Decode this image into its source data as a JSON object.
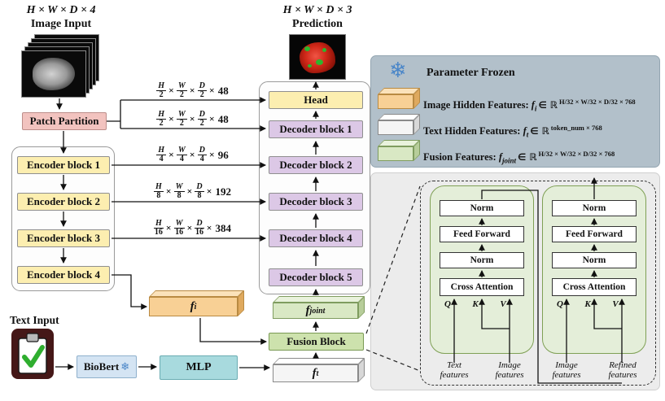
{
  "colors": {
    "patch_partition": "#f2c3bf",
    "encoder_block": "#fceeb0",
    "decoder_block": "#dcc8e6",
    "head_block": "#fceeb0",
    "fusion_block": "#cde2ad",
    "image_feature": "#f8d095",
    "text_feature": "#f5f5f5",
    "fusion_feature": "#d9e8c4",
    "biobert_block": "#d4e4f3",
    "mlp_block": "#a8dade",
    "legend_panel": "#b2c0ca",
    "detail_panel": "#ececec",
    "module_fill": "#e4eed9",
    "snowflake_blue": "#4a86c8",
    "checkmark_green": "#2fae2f"
  },
  "image_branch": {
    "dims": "H × W × D × 4",
    "title": "Image Input",
    "patch_partition": "Patch Partition",
    "encoders": [
      "Encoder block 1",
      "Encoder block 2",
      "Encoder block 3",
      "Encoder block 4"
    ]
  },
  "prediction_branch": {
    "dims": "H × W × D × 3",
    "title": "Prediction",
    "head": "Head",
    "decoders": [
      "Decoder block 1",
      "Decoder block 2",
      "Decoder block 3",
      "Decoder block 4",
      "Decoder block 5"
    ]
  },
  "skip_labels": [
    "H/2 × W/2 × D/2 × 48",
    "H/2 × W/2 × D/2 × 48",
    "H/4 × W/4 × D/4 × 96",
    "H/8 × W/8 × D/8 × 192",
    "H/16 × W/16 × D/16 × 384"
  ],
  "features": {
    "fi": {
      "base": "f",
      "sub": "i"
    },
    "fjoint": {
      "base": "f",
      "sub": "joint"
    },
    "ft": {
      "base": "f",
      "sub": "t"
    }
  },
  "fusion_block_label": "Fusion Block",
  "text_branch": {
    "title": "Text Input",
    "biobert": "BioBert",
    "mlp": "MLP"
  },
  "legend": {
    "snowflake": "❄",
    "frozen_label": "Parameter Frozen",
    "items": [
      {
        "label": "Image Hidden Features:",
        "var": "f",
        "sub": "i",
        "rel": "∈ ℝ",
        "exp": "H/32 × W/32 × D/32 × 768"
      },
      {
        "label": "Text Hidden Features:",
        "var": "f",
        "sub": "t",
        "rel": "∈ ℝ",
        "exp": "token_num × 768"
      },
      {
        "label": "Fusion Features:",
        "var": "f",
        "sub": "joint",
        "rel": "∈ ℝ",
        "exp": "H/32 × W/32 × D/32 × 768"
      }
    ]
  },
  "detail": {
    "modules": [
      {
        "norm1": "Norm",
        "ff": "Feed Forward",
        "norm2": "Norm",
        "attn": "Cross Attention",
        "q": "Q",
        "k": "K",
        "v": "V",
        "input_left": "Text features",
        "input_right": "Image features"
      },
      {
        "norm1": "Norm",
        "ff": "Feed Forward",
        "norm2": "Norm",
        "attn": "Cross Attention",
        "q": "Q",
        "k": "K",
        "v": "V",
        "input_left": "Image features",
        "input_right": "Refined features"
      }
    ]
  }
}
